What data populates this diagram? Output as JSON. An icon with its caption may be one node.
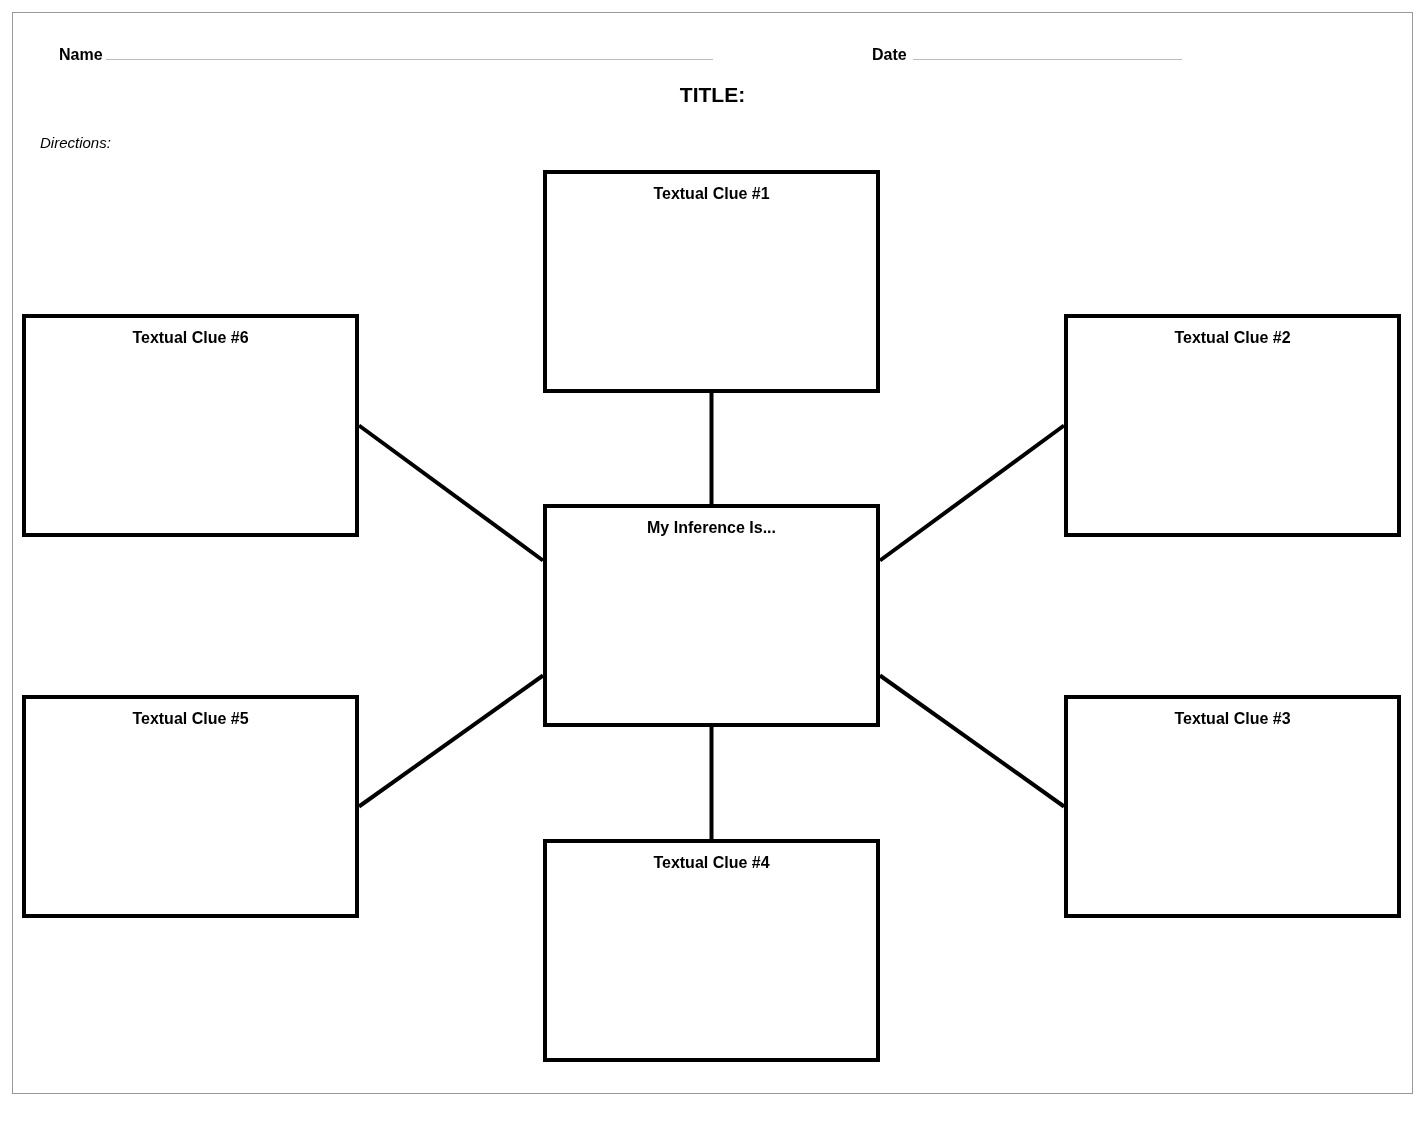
{
  "diagram": {
    "title": "TITLE:",
    "nodes": [
      {
        "text": [
          "Textual Clue #1"
        ]
      },
      {
        "text": [
          "Textual Clue #6"
        ]
      },
      {
        "text": [
          "Textual Clue #2"
        ]
      },
      {
        "text": [
          "My Inference Is..."
        ]
      },
      {
        "text": [
          "Textual Clue #5"
        ]
      },
      {
        "text": [
          "Textual Clue #3"
        ]
      },
      {
        "text": [
          "Textual Clue #4"
        ]
      }
    ],
    "edges": [
      {
        "from": 3,
        "to": 0,
        "arrow": "none"
      },
      {
        "from": 3,
        "to": 1,
        "arrow": "none"
      },
      {
        "from": 3,
        "to": 2,
        "arrow": "none"
      },
      {
        "from": 3,
        "to": 4,
        "arrow": "none"
      },
      {
        "from": 3,
        "to": 5,
        "arrow": "none"
      },
      {
        "from": 3,
        "to": 6,
        "arrow": "none"
      }
    ],
    "labels": [
      "Name",
      "Date",
      "Directions:"
    ]
  }
}
